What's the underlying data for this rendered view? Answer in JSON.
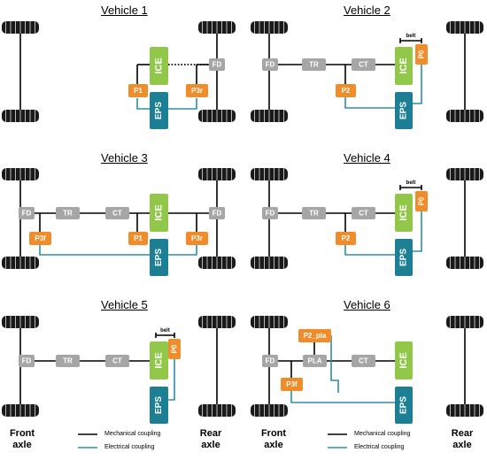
{
  "vehicles": {
    "v1": {
      "title": "Vehicle 1",
      "fd": "FD",
      "ice": "ICE",
      "eps": "EPS",
      "p1": "P1",
      "p3r": "P3r"
    },
    "v2": {
      "title": "Vehicle 2",
      "fd": "FD",
      "tr": "TR",
      "ct": "CT",
      "ice": "ICE",
      "eps": "EPS",
      "p0": "P0",
      "p2": "P2",
      "belt": "belt"
    },
    "v3": {
      "title": "Vehicle 3",
      "fd_front": "FD",
      "fd_rear": "FD",
      "tr": "TR",
      "ct": "CT",
      "ice": "ICE",
      "eps": "EPS",
      "p3f": "P3f",
      "p1": "P1",
      "p3r": "P3r"
    },
    "v4": {
      "title": "Vehicle 4",
      "fd": "FD",
      "tr": "TR",
      "ct": "CT",
      "ice": "ICE",
      "eps": "EPS",
      "p0": "P0",
      "p2": "P2",
      "belt": "belt"
    },
    "v5": {
      "title": "Vehicle 5",
      "fd": "FD",
      "tr": "TR",
      "ct": "CT",
      "ice": "ICE",
      "eps": "EPS",
      "p0": "P0",
      "belt": "belt"
    },
    "v6": {
      "title": "Vehicle 6",
      "fd": "FD",
      "pla": "PLA",
      "ct": "CT",
      "ice": "ICE",
      "eps": "EPS",
      "p2_pla": "P2_pla",
      "p3f": "P3f"
    }
  },
  "axle_labels": {
    "front": "Front axle",
    "rear": "Rear axle"
  },
  "legend": {
    "mechanical": "Mechanical coupling",
    "electrical": "Electrical coupling"
  },
  "colors": {
    "ice": "#92c84a",
    "eps": "#1d7f93",
    "motor": "#f08c2a",
    "component": "#a6a6a6",
    "mechanical": "#000000",
    "electrical": "#2d8fa3",
    "tire": "#1a1a1a"
  }
}
